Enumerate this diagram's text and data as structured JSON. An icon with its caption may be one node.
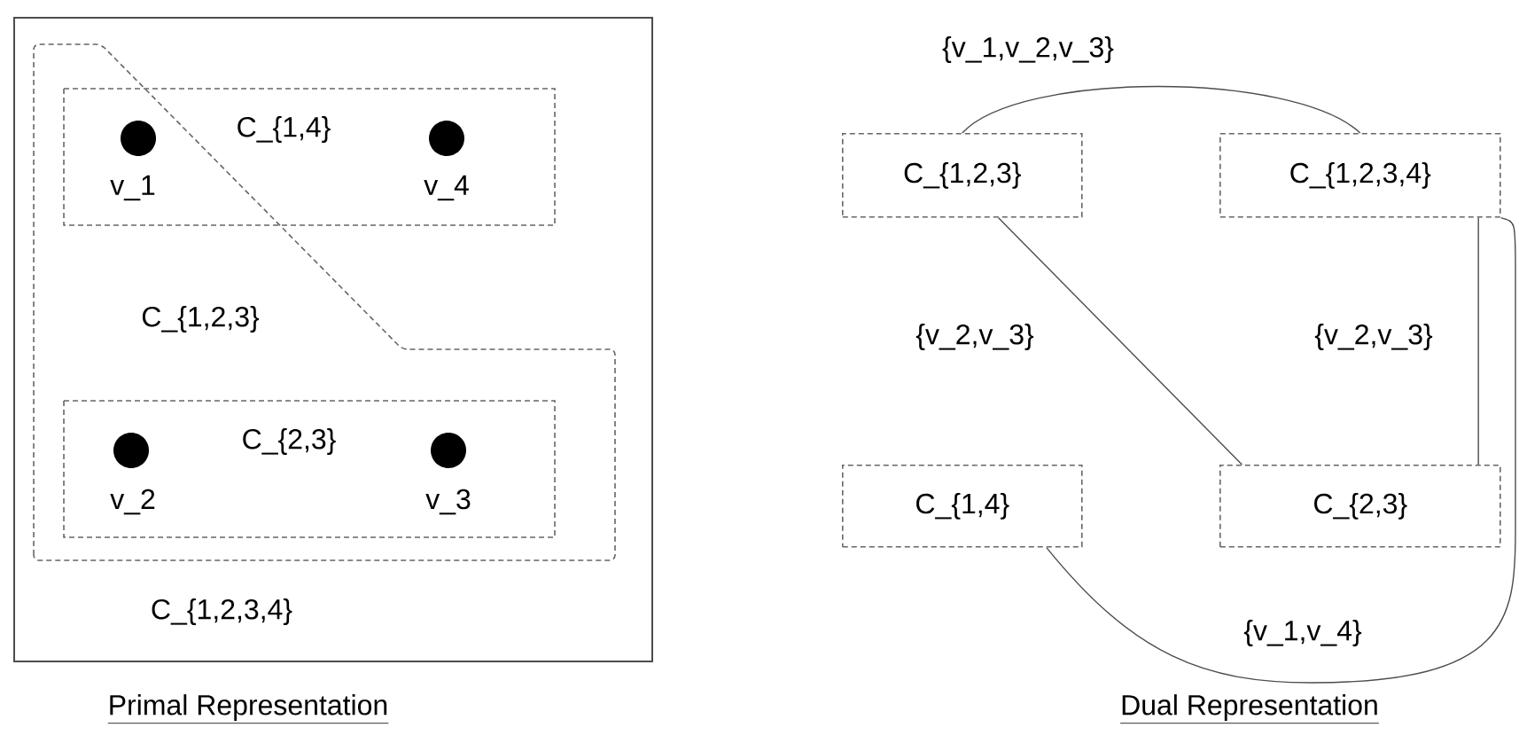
{
  "diagram": {
    "nodes": [
      {
        "text": [
          "C_{1,2,3,4}"
        ]
      },
      {
        "text": [
          "C_{1,2,3}"
        ],
        "in": 0
      },
      {
        "text": [
          "C_{1,4}"
        ],
        "in": 0
      },
      {
        "text": [
          "v_1"
        ],
        "in": 2
      },
      {
        "text": [
          "v_4"
        ],
        "in": 2
      },
      {
        "text": [
          "C_{2,3}"
        ],
        "in": 1
      },
      {
        "text": [
          "v_2"
        ],
        "in": 5
      },
      {
        "text": [
          "v_3"
        ],
        "in": 5
      },
      {
        "text": [
          "C_{1,2,3}"
        ]
      },
      {
        "text": [
          "C_{1,2,3,4}"
        ]
      },
      {
        "text": [
          "C_{1,4}"
        ]
      },
      {
        "text": [
          "C_{2,3}"
        ]
      }
    ],
    "edges": [
      {
        "from": 8,
        "to": 9,
        "arrow": "none",
        "label": "{v_1,v_2,v_3}"
      },
      {
        "from": 8,
        "to": 11,
        "arrow": "none",
        "label": "{v_2,v_3}"
      },
      {
        "from": 9,
        "to": 11,
        "arrow": "none",
        "label": "{v_2,v_3}"
      },
      {
        "from": 10,
        "to": 9,
        "arrow": "none",
        "label": "{v_1,v_4}"
      }
    ],
    "labels": [
      "Primal Representation",
      "Dual Representation"
    ]
  }
}
